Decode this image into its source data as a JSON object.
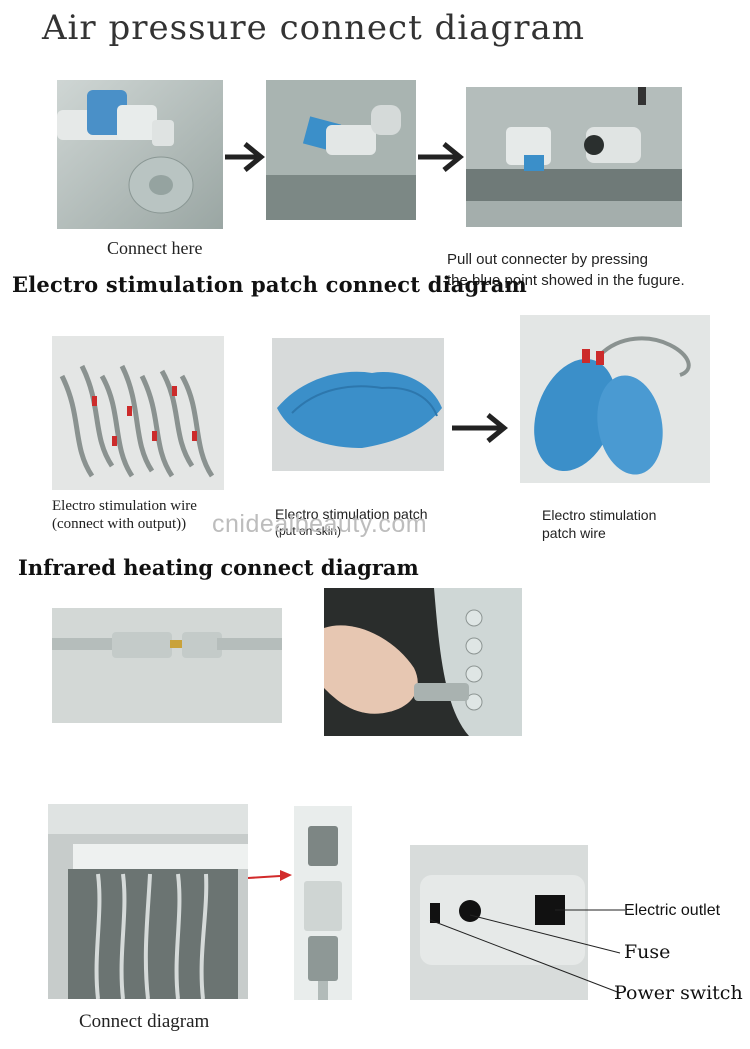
{
  "sections": {
    "air": {
      "title": "Air pressure connect diagram",
      "caption_left": "Connect here",
      "caption_right_line1": "Pull out connecter by pressing",
      "caption_right_line2": "the blue point showed in the fugure."
    },
    "electro": {
      "title": "Electro stimulation patch connect diagram",
      "wire_line1": "Electro stimulation wire",
      "wire_line2": "(connect with output))",
      "patch_line1": "Electro stimulation patch",
      "patch_line2": "(put on skin)",
      "patchwire_line1": "Electro stimulation",
      "patchwire_line2": "patch wire"
    },
    "infrared": {
      "title": "Infrared heating connect diagram"
    },
    "connect": {
      "caption": "Connect diagram",
      "labels": {
        "outlet": "Electric outlet",
        "fuse": "Fuse",
        "switch": "Power switch"
      }
    }
  },
  "watermark": "cnidealbeauty.com",
  "colors": {
    "accent_blue": "#3b8fc9",
    "arrow": "#222222",
    "red_arrow": "#d22a2a"
  }
}
